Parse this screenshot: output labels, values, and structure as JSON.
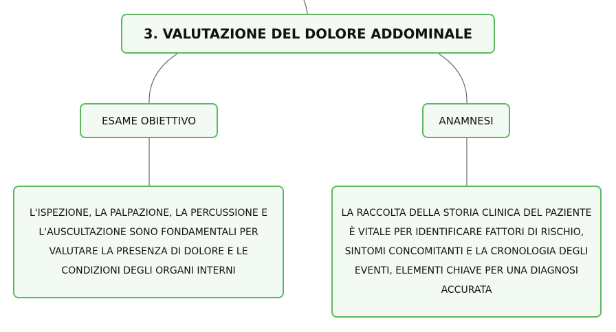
{
  "diagram": {
    "title": "3. VALUTAZIONE DEL DOLORE ADDOMINALE",
    "branches": [
      {
        "label": "ESAME OBIETTIVO",
        "detail": "L'ISPEZIONE, LA PALPAZIONE, LA PERCUSSIONE E L'AUSCULTAZIONE SONO FONDAMENTALI PER VALUTARE LA PRESENZA DI DOLORE E LE CONDIZIONI DEGLI ORGANI INTERNI"
      },
      {
        "label": "ANAMNESI",
        "detail": "LA RACCOLTA DELLA STORIA CLINICA DEL PAZIENTE È VITALE PER IDENTIFICARE FATTORI DI RISCHIO, SINTOMI CONCOMITANTI E LA CRONOLOGIA DEGLI EVENTI, ELEMENTI CHIAVE PER UNA DIAGNOSI ACCURATA"
      }
    ],
    "colors": {
      "node_border": "#5cb85f",
      "node_fill": "#f2faf3",
      "connector": "#666666"
    }
  }
}
